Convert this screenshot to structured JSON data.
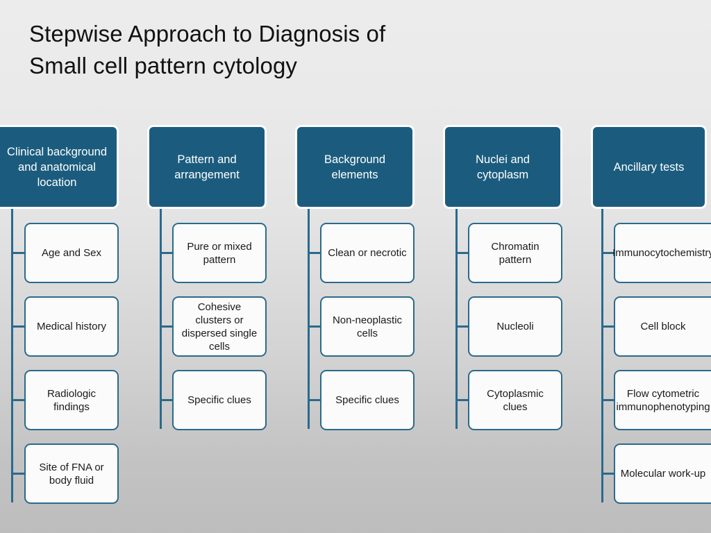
{
  "slide": {
    "title_lines": [
      "Stepwise Approach to Diagnosis of",
      "Small cell pattern cytology"
    ],
    "background_top_color": "#ececec",
    "background_bottom_color": "#bdbdbd"
  },
  "theme": {
    "header_fill": "#1b5c7e",
    "header_text_color": "#ffffff",
    "header_outline": "#fdfdfd",
    "box_fill": "#fbfbfc",
    "box_border": "#2a6a8c",
    "box_text_color": "#1a1a1a",
    "connector_color": "#2a6a8c"
  },
  "columns": [
    {
      "header": "Clinical background and anatomical location",
      "items": [
        "Age and Sex",
        "Medical history",
        "Radiologic findings",
        "Site of FNA or body fluid"
      ]
    },
    {
      "header": "Pattern and arrangement",
      "items": [
        "Pure or mixed pattern",
        "Cohesive clusters or dispersed single cells",
        "Specific clues"
      ]
    },
    {
      "header": "Background elements",
      "items": [
        "Clean or necrotic",
        "Non-neoplastic cells",
        "Specific clues"
      ]
    },
    {
      "header": "Nuclei and cytoplasm",
      "items": [
        "Chromatin pattern",
        "Nucleoli",
        "Cytoplasmic clues"
      ]
    },
    {
      "header": "Ancillary tests",
      "items": [
        "Immunocytochemistry",
        "Cell block",
        "Flow cytometric immunophenotyping",
        "Molecular work-up"
      ]
    }
  ]
}
